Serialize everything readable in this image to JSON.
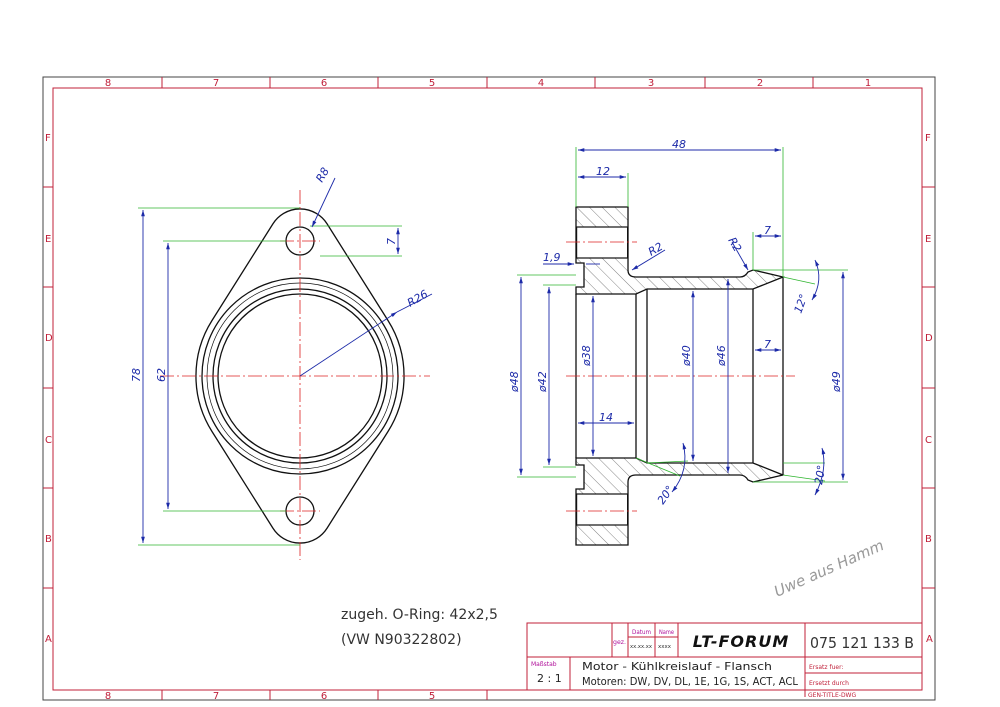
{
  "zones": {
    "columns": [
      "8",
      "7",
      "6",
      "5",
      "4",
      "3",
      "2",
      "1"
    ],
    "rows": [
      "F",
      "E",
      "D",
      "C",
      "B",
      "A"
    ]
  },
  "front_view": {
    "dims": {
      "r8": "R8",
      "seven": "7",
      "r26": "R26",
      "d78": "78",
      "d62": "62"
    }
  },
  "section_view": {
    "dims": {
      "d48": "48",
      "d12": "12",
      "r2a": "R2",
      "r2b": "R2",
      "d7top": "7",
      "d19": "1,9",
      "dia48": "ø48",
      "dia42": "ø42",
      "dia38": "ø38",
      "dia40": "ø40",
      "dia46": "ø46",
      "d7mid": "7",
      "dia49": "ø49",
      "d14": "14",
      "a12": "12°",
      "a20l": "20°",
      "a20r": "20°"
    }
  },
  "notes": {
    "line1": "zugeh. O-Ring: 42x2,5",
    "line2": "(VW N90322802)"
  },
  "signature": "Uwe aus Hamm",
  "title_block": {
    "gez": "gez.",
    "datum_label": "Datum",
    "name_label": "Name",
    "datum_value": "xx.xx.xx",
    "name_value": "xxxx",
    "company": "LT-FORUM",
    "part_number": "075 121 133 B",
    "scale_label": "Maßstab",
    "scale_value": "2 : 1",
    "title": "Motor - Kühlkreislauf - Flansch",
    "subtitle": "Motoren: DW, DV, DL, 1E, 1G, 1S, ACT, ACL",
    "replaces_label": "Ersatz fuer:",
    "replaced_by_label": "Ersetzt durch",
    "template": "GEN-TITLE-DWG"
  },
  "colors": {
    "border": "#c0203a",
    "dimension": "#1c2aa8",
    "extension": "#2fb52f",
    "centerline": "#dd2222"
  }
}
